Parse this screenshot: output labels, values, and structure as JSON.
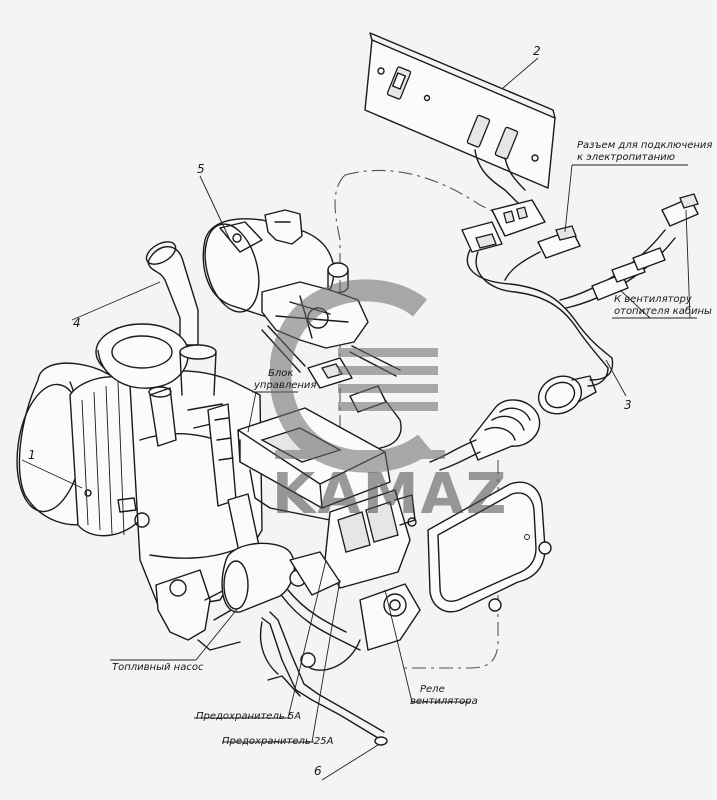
{
  "callouts": {
    "n1": "1",
    "n2": "2",
    "n3": "3",
    "n4": "4",
    "n5": "5",
    "n6": "6"
  },
  "labels": {
    "power_connector": [
      "Разъем для подключения",
      "к электропитанию"
    ],
    "fan_connector": [
      "К вентилятору",
      "отопителя кабины"
    ],
    "control_unit": [
      "Блок",
      "управления"
    ],
    "fuel_pump": "Топливный насос",
    "fuse_5a": "Предохранитель 5А",
    "fuse_25a": "Предохранитель 25А",
    "fan_relay": [
      "Реле",
      "вентилятора"
    ]
  },
  "watermark": {
    "text": "KAMAZ",
    "color": "#4a4a4a"
  }
}
